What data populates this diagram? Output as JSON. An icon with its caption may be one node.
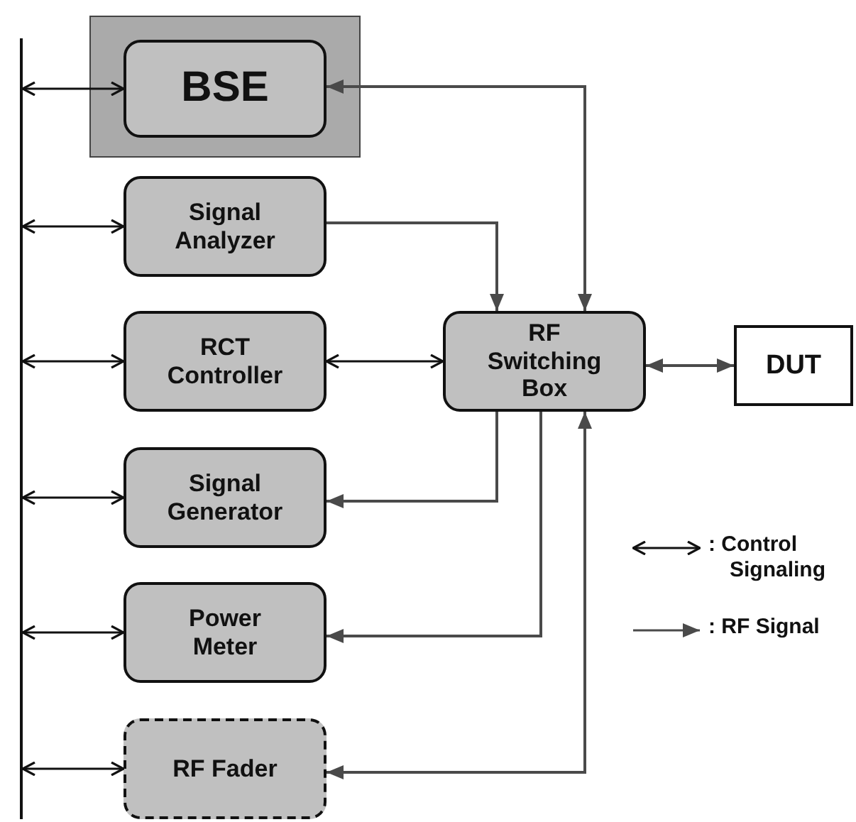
{
  "diagram": {
    "nodes": [
      {
        "text": [],
        "shape": "bar"
      },
      {
        "text": [],
        "shape": "box"
      },
      {
        "text": [
          "BSE"
        ],
        "in": 1
      },
      {
        "text": [
          "Signal Analyzer"
        ]
      },
      {
        "text": [
          "RCT Controller"
        ]
      },
      {
        "text": [
          "RF Switching Box"
        ]
      },
      {
        "text": [
          "DUT"
        ]
      },
      {
        "text": [
          "Signal Generator"
        ]
      },
      {
        "text": [
          "Power Meter"
        ]
      },
      {
        "text": [
          "RF Fader"
        ]
      }
    ],
    "edges": [
      {
        "from": 0,
        "to": 2,
        "arrow": "both"
      },
      {
        "from": 0,
        "to": 3,
        "arrow": "both"
      },
      {
        "from": 0,
        "to": 4,
        "arrow": "both"
      },
      {
        "from": 0,
        "to": 7,
        "arrow": "both"
      },
      {
        "from": 0,
        "to": 8,
        "arrow": "both"
      },
      {
        "from": 0,
        "to": 9,
        "arrow": "both"
      },
      {
        "from": 4,
        "to": 5,
        "arrow": "both"
      },
      {
        "from": 5,
        "to": 2,
        "arrow": "both",
        "color": "#4a4a4a"
      },
      {
        "from": 3,
        "to": 5,
        "arrow": "to",
        "color": "#4a4a4a"
      },
      {
        "from": 5,
        "to": 6,
        "arrow": "both",
        "color": "#4a4a4a"
      },
      {
        "from": 5,
        "to": 7,
        "arrow": "to",
        "color": "#4a4a4a"
      },
      {
        "from": 5,
        "to": 8,
        "arrow": "to",
        "color": "#4a4a4a"
      },
      {
        "from": 9,
        "to": 5,
        "arrow": "both",
        "color": "#4a4a4a"
      }
    ],
    "legend": [
      {
        "text": ": Control Signaling"
      },
      {
        "text": ": RF Signal"
      }
    ]
  }
}
